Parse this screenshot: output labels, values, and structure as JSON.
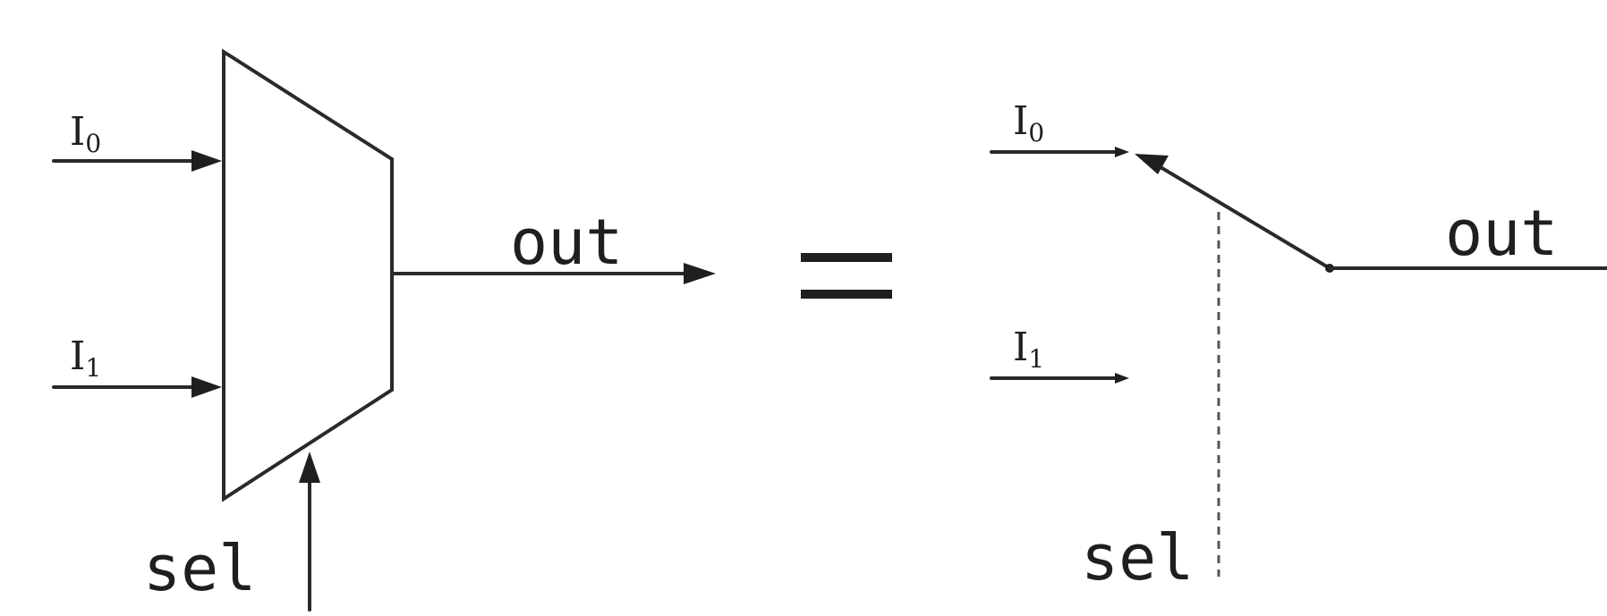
{
  "left": {
    "input0": {
      "base": "I",
      "sub": "0"
    },
    "input1": {
      "base": "I",
      "sub": "1"
    },
    "output": "out",
    "select": "sel"
  },
  "equals": "=",
  "right": {
    "input0": {
      "base": "I",
      "sub": "0"
    },
    "input1": {
      "base": "I",
      "sub": "1"
    },
    "output": "out",
    "select": "sel"
  },
  "colors": {
    "line": "#2a2a2a",
    "background": "#ffffff"
  }
}
